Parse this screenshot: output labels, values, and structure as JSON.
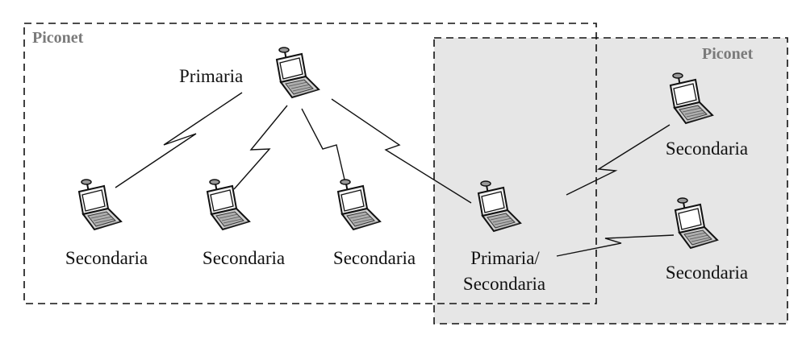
{
  "piconets": [
    {
      "label": "Piconet"
    },
    {
      "label": "Piconet"
    }
  ],
  "nodes": {
    "primary": {
      "label": "Primaria"
    },
    "secondary_1": {
      "label": "Secondaria"
    },
    "secondary_2": {
      "label": "Secondaria"
    },
    "secondary_3": {
      "label": "Secondaria"
    },
    "bridge": {
      "line1": "Primaria/",
      "line2": "Secondaria"
    },
    "secondary_4": {
      "label": "Secondaria"
    },
    "secondary_5": {
      "label": "Secondaria"
    }
  },
  "icons": {
    "node": "laptop-antenna-icon",
    "link": "lightning-link-icon"
  }
}
